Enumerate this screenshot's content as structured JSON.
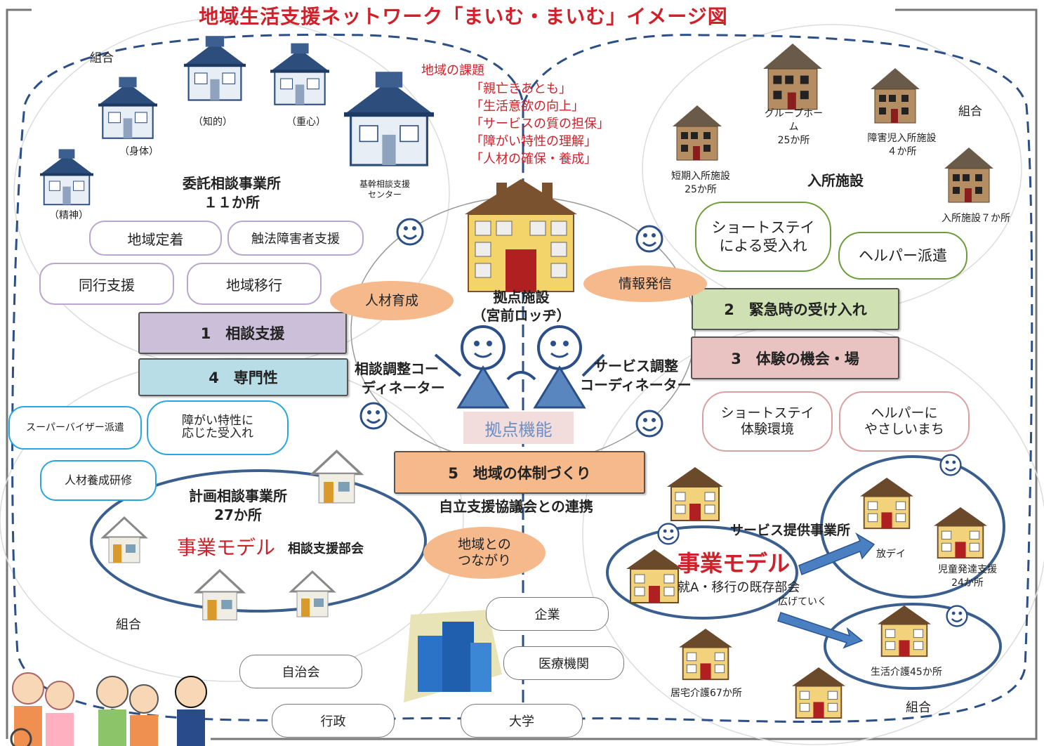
{
  "title": "地域生活支援ネットワーク「まいむ・まいむ」イメージ図",
  "issues": {
    "heading": "地域の課題",
    "items": [
      "「親亡きあとも」",
      "「生活意欲の向上」",
      "「サービスの質の担保」",
      "「障がい特性の理解」",
      "「人材の確保・養成」"
    ]
  },
  "top_left": {
    "union": "組合",
    "houses": [
      "（身体）",
      "（知的）",
      "（重心）",
      "（精神）"
    ],
    "center_label": "基幹相談支援センター",
    "office": "委託相談事業所",
    "office_count": "１１か所",
    "pills": [
      "地域定着",
      "触法障害者支援",
      "同行支援",
      "地域移行"
    ]
  },
  "top_right": {
    "union": "組合",
    "facilities": [
      "グループホーム",
      "25か所",
      "障害児入所施設",
      "４か所",
      "短期入所施設",
      "25か所",
      "入所施設７か所"
    ],
    "heading": "入所施設",
    "pills": [
      "ショートステイ",
      "による受入れ",
      "ヘルパー派遣"
    ]
  },
  "bars": {
    "b1": "1　相談支援",
    "b4": "4　専門性",
    "b2": "2　緊急時の受け入れ",
    "b3": "3　体験の機会・場",
    "b5": "5　地域の体制づくり"
  },
  "center": {
    "base": "拠点施設",
    "base_sub": "（宮前ロッヂ）",
    "jinzai": "人材育成",
    "joho": "情報発信",
    "coord_left": [
      "相談調整コー",
      "ディネーター"
    ],
    "coord_right": [
      "サービス調整",
      "コーディネーター"
    ],
    "kyoten": "拠点機能",
    "jiritsu": "自立支援協議会との連携",
    "tsunagari": [
      "地域との",
      "つながり"
    ]
  },
  "mid_left": {
    "pills": [
      "スーパーバイザー派遣",
      "障がい特性に",
      "応じた受入れ",
      "人材養成研修"
    ],
    "office": "計画相談事業所",
    "office_count": "27か所",
    "model": "事業モデル",
    "bukai": "相談支援部会",
    "union": "組合"
  },
  "mid_right": {
    "pills": [
      "ショートステイ",
      "体験環境",
      "ヘルパーに",
      "やさしいまち"
    ],
    "provider": "サービス提供事業所",
    "model": "事業モデル",
    "bukai": "就A・移行の既存部会",
    "spread": "広げていく",
    "hodei": "放デイ",
    "jido": "児童発達支援",
    "jido_count": "24か所",
    "seikatsu": "生活介護45か所",
    "kyotaku": "居宅介護67か所",
    "union": "組合"
  },
  "bottom": [
    "企業",
    "医療機関",
    "自治会",
    "行政",
    "大学"
  ],
  "colors": {
    "title": "#d0202a",
    "dash": "#2b4f86",
    "bar1": "#cbbfd9",
    "bar4": "#b8dde6",
    "bar2": "#cfe0b3",
    "bar3": "#e9c2c2",
    "bar5": "#f6b98b",
    "oval": "#f6b98b"
  }
}
